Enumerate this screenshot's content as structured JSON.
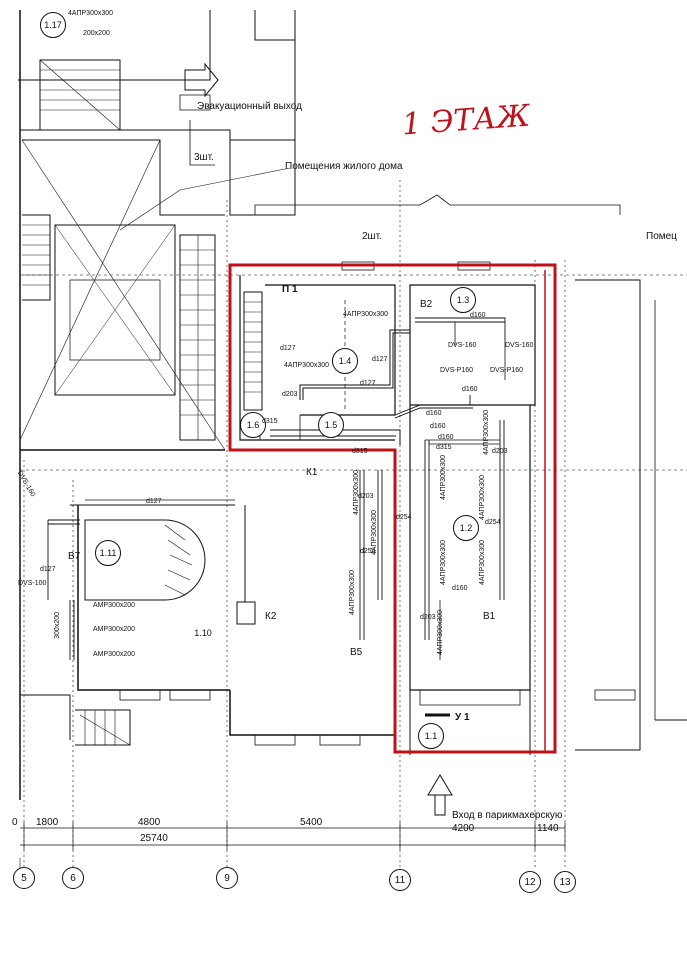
{
  "title": "1 ЭТАЖ",
  "notes": {
    "evacuation_exit": "Эвакуационный выход",
    "residential": "Помещения жилого дома",
    "count_3": "3шт.",
    "count_2": "2шт.",
    "entrance": "Вход в парикмахерскую",
    "right_cut": "Помец"
  },
  "rooms": [
    "1.17",
    "1.3",
    "1.4",
    "1.6",
    "1.5",
    "1.2",
    "1.11",
    "1.10",
    "1.1"
  ],
  "equipment": {
    "p1": "П 1",
    "v2": "В2",
    "k1": "К1",
    "k2": "К2",
    "v1": "В1",
    "v5": "В5",
    "u1": "У 1",
    "v7": "В7"
  },
  "duct_labels": {
    "a300x300_top": "4АПР300х300",
    "a200x200_top": "200х200",
    "a300x300_14": "4АПР300х300",
    "a300x300_14b": "4АПР300х300",
    "d127_a": "d127",
    "d127_b": "d127",
    "d127_c": "d127",
    "d127_d": "d127",
    "d127_e": "d127",
    "d203_a": "d203",
    "d203_b": "d203",
    "d203_c": "d203",
    "d203_d": "d203",
    "d315_a": "d315",
    "d315_b": "d315",
    "d315_c": "d315",
    "d160_a": "d160",
    "d160_b": "d160",
    "d160_c": "d160",
    "d160_d": "d160",
    "d160_e": "d160",
    "d160_f": "d160",
    "d254_a": "d254",
    "d254_b": "d254",
    "d254_c": "d254",
    "dvs160_a": "DVS-160",
    "dvs160_b": "DVS-160",
    "dvsp160_a": "DVS-P160",
    "dvsp160_b": "DVS-P160",
    "dvs160_c": "DVS-160",
    "dvs100": "DVS-100",
    "amp1": "АМР300х200",
    "amp2": "АМР300х200",
    "amp3": "АМР300х200",
    "v300x200": "300х200",
    "vert1": "4АПР300х300",
    "vert2": "4АПР300х300",
    "vert3": "4АПР300х300",
    "vert4": "4АПР300х300",
    "vert5": "4АПР300х300",
    "vert6": "4АПР300х300",
    "vert7": "4АПР300х300",
    "vert8": "4АПР300х300",
    "vert9": "4АПР300х300"
  },
  "dimensions": {
    "d1800": "1800",
    "d4800": "4800",
    "d5400": "5400",
    "d4200": "4200",
    "d1140": "1140",
    "d25740": "25740",
    "d0": "0"
  },
  "axes": [
    "5",
    "6",
    "9",
    "11",
    "12",
    "13"
  ],
  "colors": {
    "highlight": "#c0111a",
    "ink": "#111111"
  }
}
